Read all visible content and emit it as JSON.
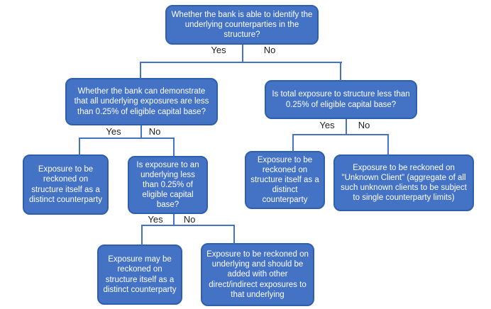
{
  "colors": {
    "box_fill": "#4472C4",
    "box_border": "#2E5FAC",
    "connector": "#4472C4",
    "box_text": "#FFFFFF",
    "branch_label": "#1F1F1F",
    "background": "#FFFFFF"
  },
  "branch_labels": {
    "yes": "Yes",
    "no": "No"
  },
  "nodes": {
    "root": {
      "text": "Whether the bank is able to identify the underlying counterparties in the structure?"
    },
    "left_question": {
      "text": "Whether the bank can demonstrate that all underlying exposures are less than 0.25% of eligible capital base?"
    },
    "right_question": {
      "text": "Is total exposure to structure less than 0.25% of eligible capital base?"
    },
    "left_yes_outcome": {
      "text": "Exposure to be reckoned on structure itself as a distinct counterparty"
    },
    "left_no_question": {
      "text": "Is exposure to an underlying less than 0.25% of eligible capital base?"
    },
    "right_yes_outcome": {
      "text": "Exposure to be reckoned on structure itself as a distinct counterparty"
    },
    "right_no_outcome": {
      "text": "Exposure to be reckoned on \"Unknown Client\" (aggregate of all such unknown clients to be subject to single counterparty limits)"
    },
    "deep_yes_outcome": {
      "text": "Exposure may be reckoned on structure itself as a distinct counterparty"
    },
    "deep_no_outcome": {
      "text": "Exposure to be reckoned on underlying and should be added with other direct/indirect exposures to that underlying"
    }
  }
}
